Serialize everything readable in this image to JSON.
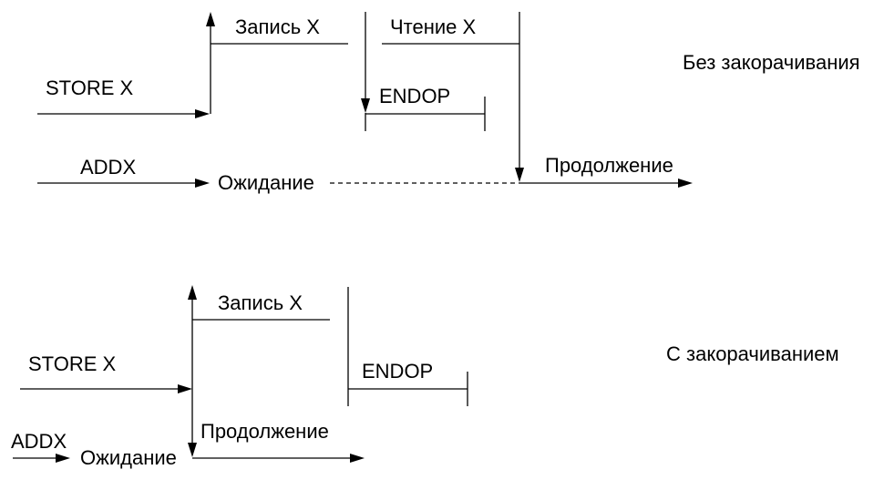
{
  "top": {
    "caption": "Без закорачивания",
    "store": "STORE X",
    "write": "Запись X",
    "read": "Чтение X",
    "endop": "ENDOP",
    "addx": "ADDX",
    "wait": "Ожидание",
    "continue": "Продолжение"
  },
  "bottom": {
    "caption": "С закорачиванием",
    "store": "STORE X",
    "write": "Запись X",
    "endop": "ENDOP",
    "addx": "ADDX",
    "wait": "Ожидание",
    "continue": "Продолжение"
  },
  "colors": {
    "ink": "#000000",
    "background": "#ffffff"
  }
}
